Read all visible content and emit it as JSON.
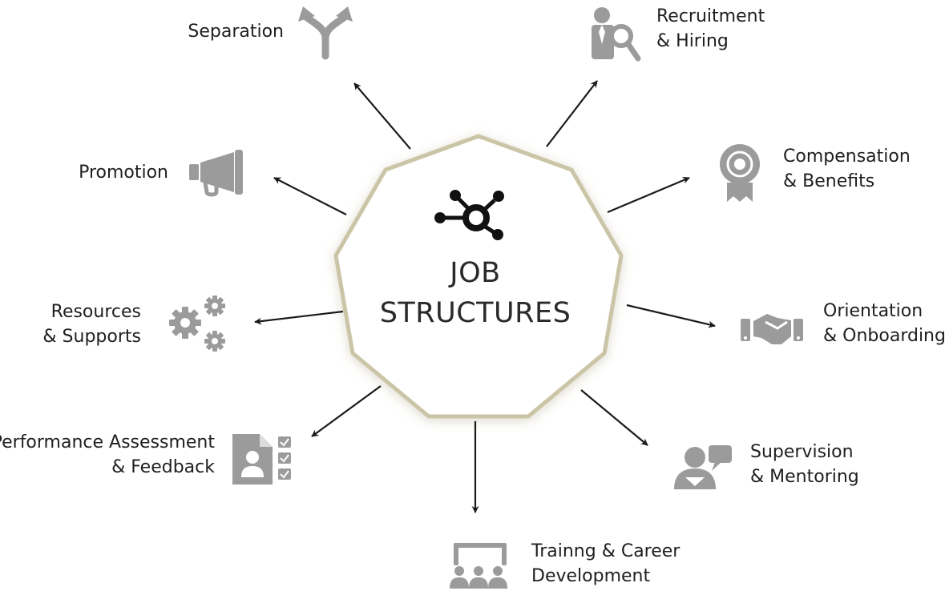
{
  "center": {
    "title_line1": "JOB",
    "title_line2": "STRUCTURES",
    "icon": "network-hub-icon",
    "border_color": "#cbc5a8"
  },
  "icon_color": "#9b9b9b",
  "arrow_color": "#1a1a1a",
  "nodes": [
    {
      "key": "separation",
      "lines": [
        "Separation"
      ],
      "icon": "split-arrows-icon"
    },
    {
      "key": "recruitment",
      "lines": [
        "Recruitment",
        "& Hiring"
      ],
      "icon": "recruiter-icon"
    },
    {
      "key": "compensation",
      "lines": [
        "Compensation",
        "& Benefits"
      ],
      "icon": "award-ribbon-icon"
    },
    {
      "key": "orientation",
      "lines": [
        "Orientation",
        "& Onboarding"
      ],
      "icon": "handshake-icon"
    },
    {
      "key": "supervision",
      "lines": [
        "Supervision",
        "& Mentoring"
      ],
      "icon": "person-chat-icon"
    },
    {
      "key": "training",
      "lines": [
        "Trainng & Career",
        "Development"
      ],
      "icon": "presentation-audience-icon"
    },
    {
      "key": "performance",
      "lines": [
        "Performance Assessment",
        "& Feedback"
      ],
      "icon": "profile-checklist-icon"
    },
    {
      "key": "resources",
      "lines": [
        "Resources",
        "& Supports"
      ],
      "icon": "gears-icon"
    },
    {
      "key": "promotion",
      "lines": [
        "Promotion"
      ],
      "icon": "megaphone-icon"
    }
  ]
}
